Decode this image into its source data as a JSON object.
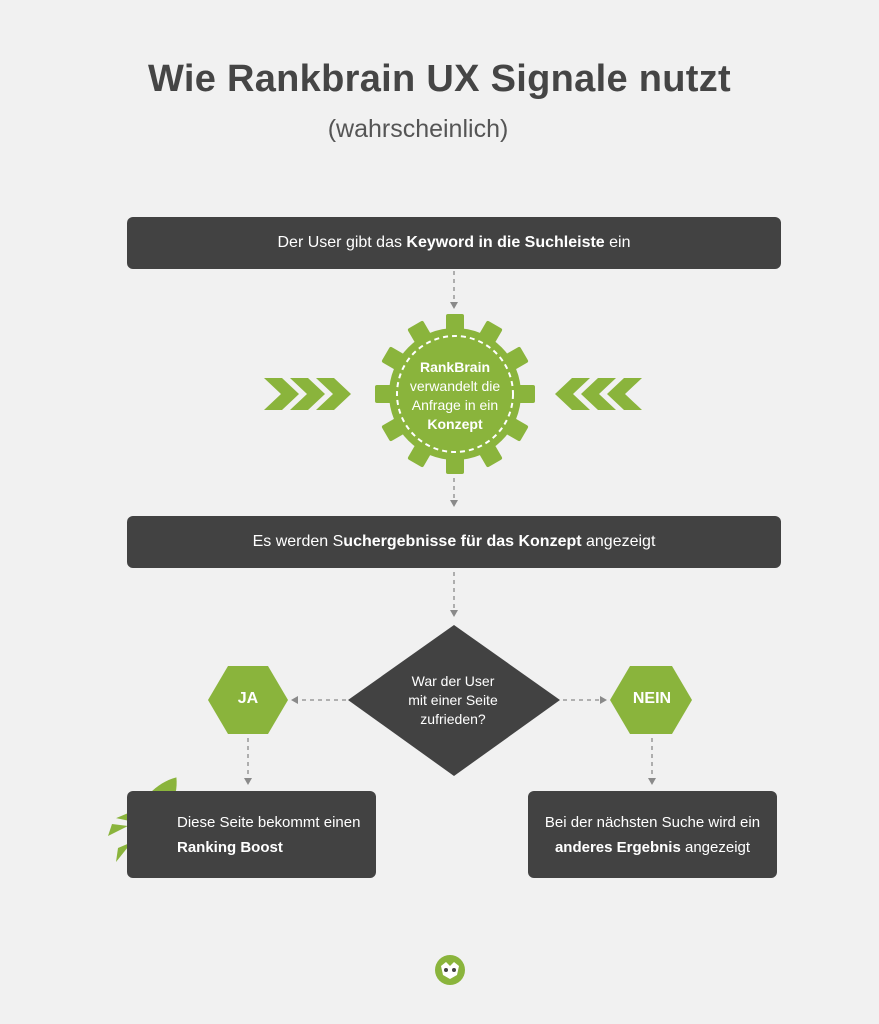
{
  "title": "Wie Rankbrain UX Signale nutzt",
  "subtitle": "(wahrscheinlich)",
  "step1": {
    "pre": "Der User gibt das ",
    "bold": "Keyword in die Suchleiste",
    "post": " ein"
  },
  "gear": {
    "line1": "RankBrain",
    "line2": "verwandelt die",
    "line3": "Anfrage in ein",
    "line4": "Konzept"
  },
  "step2": {
    "pre": "Es werden S",
    "bold": "uchergebnisse für das Konzept",
    "post": " angezeigt"
  },
  "decision": {
    "line1": "War der User",
    "line2": "mit einer Seite",
    "line3": "zufrieden?"
  },
  "yes": {
    "label": "JA",
    "text_line1": "Diese Seite bekommt einen",
    "text_bold": "Ranking Boost"
  },
  "no": {
    "label": "NEIN",
    "text_line1": "Bei der nächsten Suche wird ein",
    "text_bold": "anderes Ergebnis",
    "text_post": " angezeigt"
  },
  "colors": {
    "green": "#8ab43c",
    "dark": "#424242",
    "background": "#f1f1f1"
  }
}
